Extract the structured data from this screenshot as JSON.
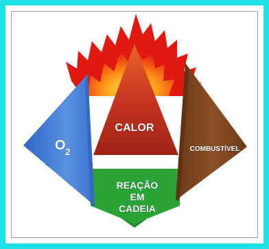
{
  "diagram": {
    "labels": {
      "oxygen_main": "O",
      "oxygen_sub": "2",
      "heat": "CALOR",
      "fuel": "COMBUSTÍVEL",
      "chain_reaction_line1": "REAÇÃO",
      "chain_reaction_line2": "EM",
      "chain_reaction_line3": "CADEIA"
    },
    "colors": {
      "frame": "#1fe0e8",
      "oxygen_face": "#4f86d8",
      "heat_face": "#b8301e",
      "fuel_face": "#7a4420",
      "chain_reaction_face": "#2fa83a",
      "flame_outer": "#e01a10",
      "flame_inner": "#ffd21a"
    }
  }
}
